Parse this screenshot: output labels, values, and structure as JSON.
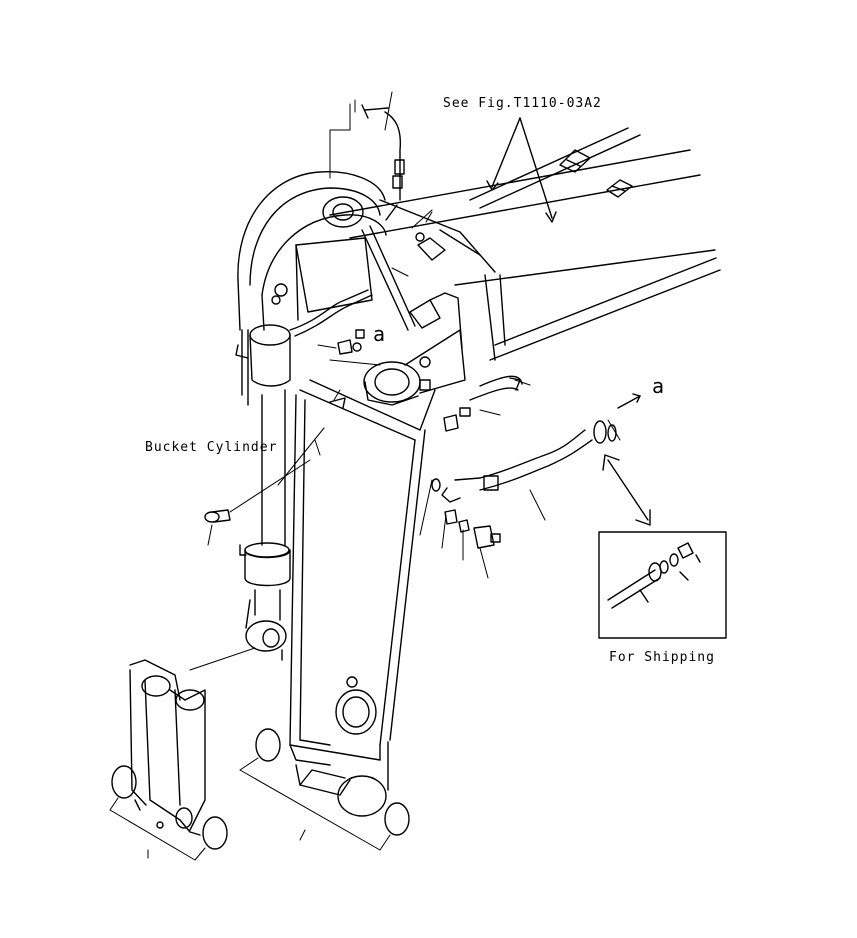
{
  "diagram": {
    "ref_fig": "See Fig.T1110-03A2",
    "bucket_cylinder": "Bucket Cylinder",
    "for_shipping": "For Shipping",
    "marker_a_upper": "a",
    "marker_a_right": "a"
  },
  "colors": {
    "line": "#000000",
    "background": "#ffffff"
  }
}
